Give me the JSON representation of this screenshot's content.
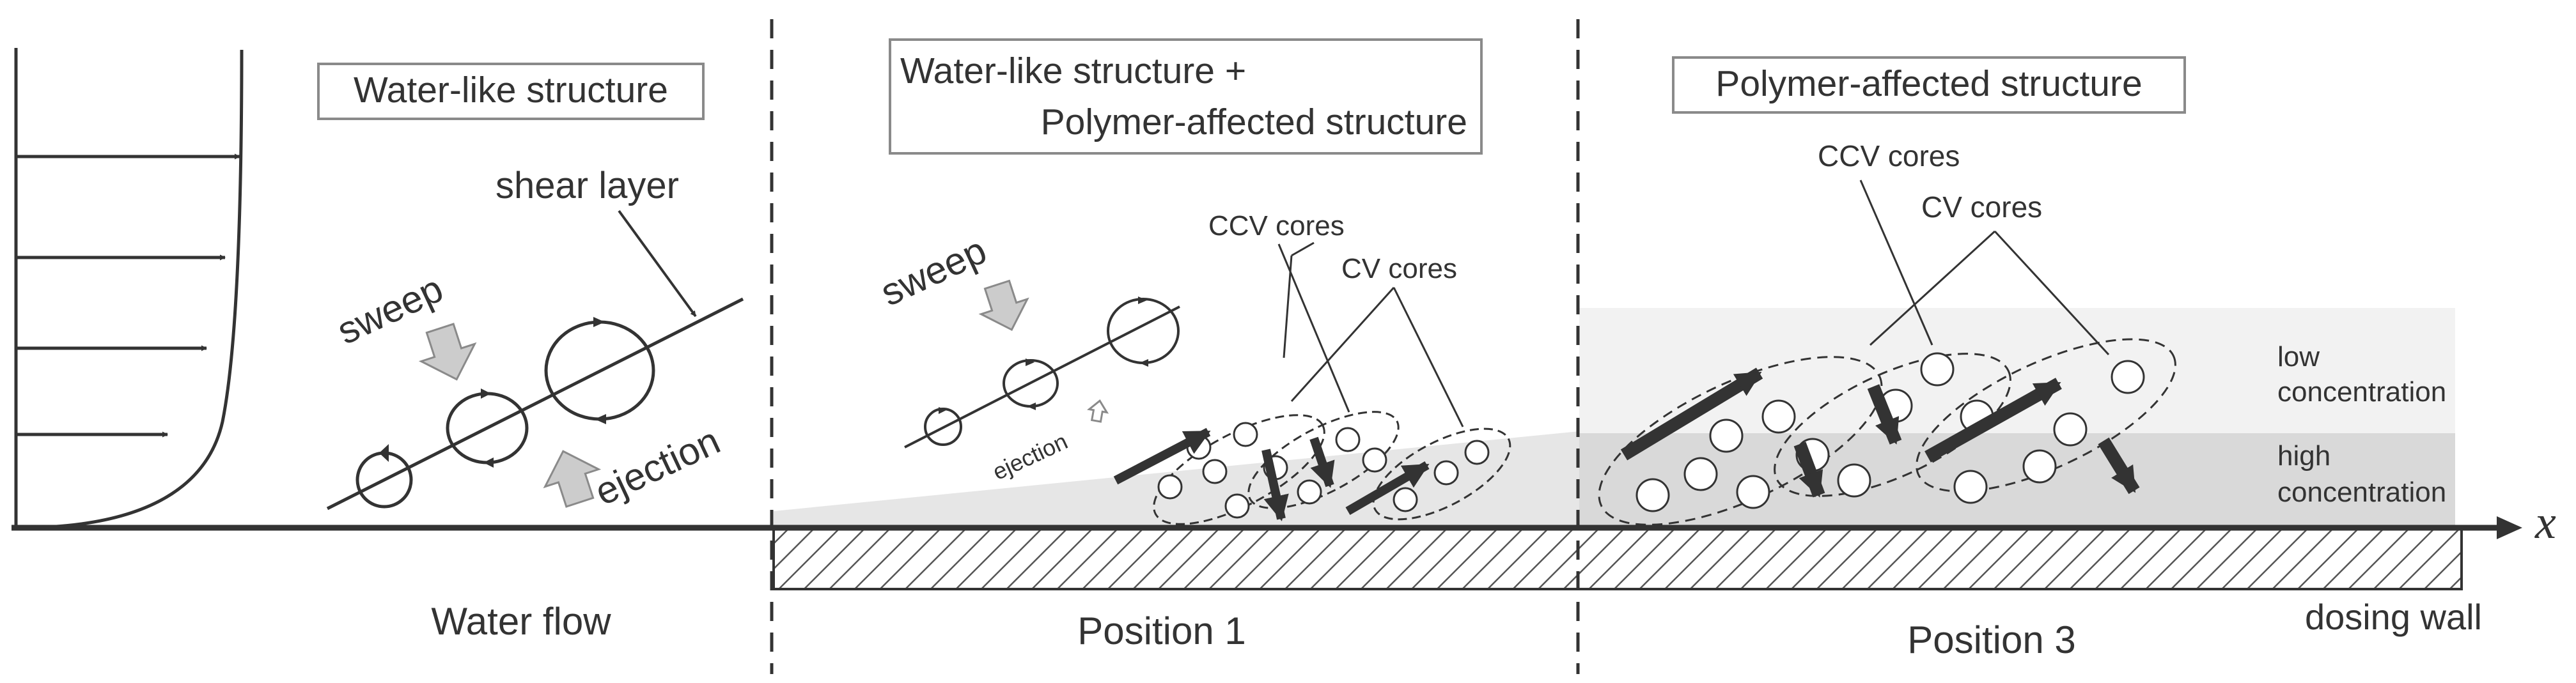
{
  "diagram": {
    "boxes": {
      "water_like": "Water-like structure",
      "mixed_line1": "Water-like structure  +",
      "mixed_line2": "Polymer-affected structure",
      "polymer_affected": "Polymer-affected structure"
    },
    "labels": {
      "shear_layer": "shear layer",
      "sweep": "sweep",
      "ejection": "ejection",
      "ccv_cores": "CCV cores",
      "cv_cores": "CV cores",
      "low_concentration_1": "low",
      "low_concentration_2": "concentration",
      "high_concentration_1": "high",
      "high_concentration_2": "concentration",
      "x_axis": "x"
    },
    "bottom_labels": {
      "water_flow": "Water flow",
      "position_1": "Position 1",
      "position_3": "Position 3",
      "dosing_wall": "dosing wall"
    },
    "colors": {
      "ink": "#333333",
      "box_border": "#8a8a8a",
      "low_concentration_fill": "#f2f2f2",
      "high_concentration_fill": "#d9d9d9",
      "hollow_arrow_fill": "#cccccc"
    }
  }
}
